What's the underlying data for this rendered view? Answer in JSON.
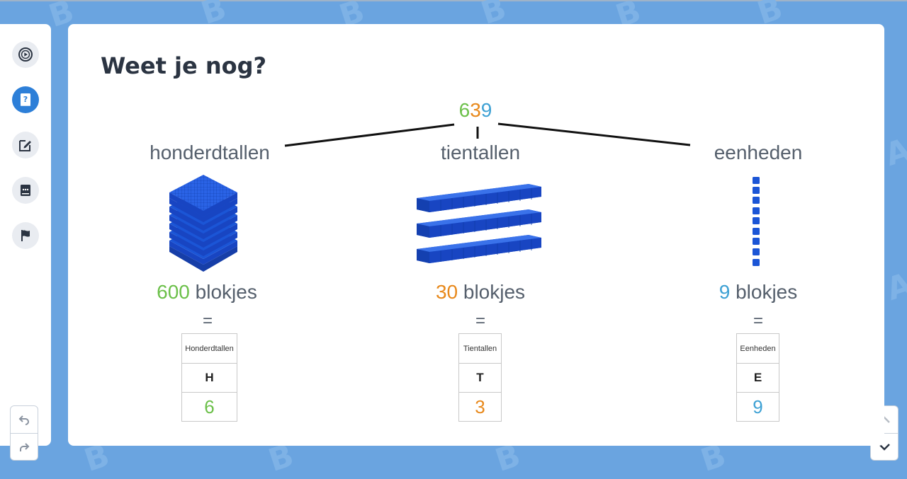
{
  "title": "Weet je nog?",
  "number": {
    "hundreds": "6",
    "tens": "3",
    "ones": "9"
  },
  "columns": {
    "hundreds": {
      "label": "honderdtallen",
      "count": "600",
      "unit": "blokjes",
      "equals": "=",
      "table_header": "Honderdtallen",
      "table_letter": "H",
      "table_value": "6"
    },
    "tens": {
      "label": "tientallen",
      "count": "30",
      "unit": "blokjes",
      "equals": "=",
      "table_header": "Tientallen",
      "table_letter": "T",
      "table_value": "3"
    },
    "ones": {
      "label": "eenheden",
      "count": "9",
      "unit": "blokjes",
      "equals": "=",
      "table_header": "Eenheden",
      "table_letter": "E",
      "table_value": "9"
    }
  },
  "sidebar": {
    "items": [
      {
        "icon": "play-circle-icon",
        "active": false
      },
      {
        "icon": "question-book-icon",
        "active": true
      },
      {
        "icon": "edit-icon",
        "active": false
      },
      {
        "icon": "chat-book-icon",
        "active": false
      },
      {
        "icon": "flag-icon",
        "active": false
      }
    ]
  },
  "colors": {
    "hundreds": "#6cc04a",
    "tens": "#e8891c",
    "ones": "#3ea1d4",
    "blocks": "#1b55d6",
    "accent": "#2d7fd8",
    "background": "#6aa4e0"
  }
}
